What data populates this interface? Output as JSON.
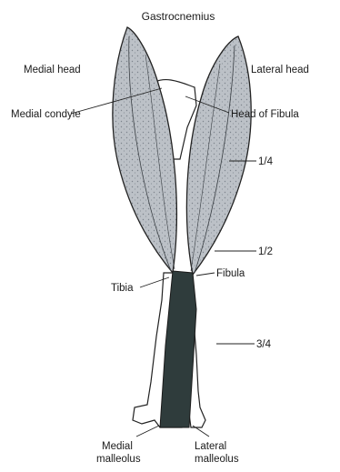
{
  "title": "Gastrocnemius",
  "labels": {
    "medial_head": "Medial head",
    "lateral_head": "Lateral head",
    "medial_condyle": "Medial condyle",
    "head_of_fibula": "Head of Fibula",
    "quarter": "1/4",
    "half": "1/2",
    "three_quarter": "3/4",
    "tibia": "Tibia",
    "fibula": "Fibula",
    "medial_malleolus_line1": "Medial",
    "medial_malleolus_line2": "malleolus",
    "lateral_malleolus_line1": "Lateral",
    "lateral_malleolus_line2": "malleolus"
  },
  "colors": {
    "muscle_fill": "#b9bec4",
    "tendon_fill": "#2f3c3c",
    "bone_fill": "#ffffff",
    "outline": "#222222"
  }
}
